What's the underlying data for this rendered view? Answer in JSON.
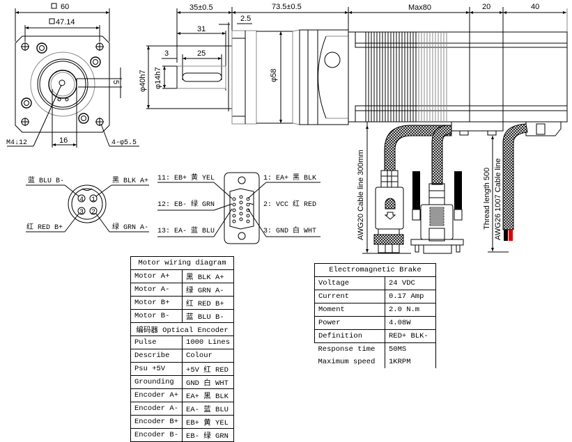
{
  "front_view": {
    "square_outer": "60",
    "square_inner": "47.14",
    "slot_dim": "5",
    "shaft_offset": "16",
    "thread": "M4↓12",
    "holes": "4-φ5.5"
  },
  "side_view": {
    "dim_shaft_length": "35±0.5",
    "dim_gearbox_length": "73.5±0.5",
    "dim_motor_length": "Max80",
    "dim_encoder": "20",
    "dim_brake": "40",
    "dim_flange": "2.5",
    "dim_31": "31",
    "dim_3": "3",
    "dim_key_length": "25",
    "dia_pilot": "φ40h7",
    "dia_shaft": "φ14h7",
    "dia_body": "φ58"
  },
  "cables": {
    "motor_cable": "AWG20 Cable line 300mm",
    "thread_length": "Thread length 500",
    "brake_cable": "AWG26 1007 Cable line",
    "brake_wire_colors": [
      "#000000",
      "#e00000"
    ]
  },
  "motor_connector": {
    "pins": [
      "1",
      "2",
      "3",
      "4"
    ],
    "labels": {
      "top_left": "蓝 BLU B-",
      "top_right": "黑 BLK A+",
      "bottom_left": "红 RED B+",
      "bottom_right": "绿 GRN A-"
    }
  },
  "encoder_connector": {
    "labels": {
      "pin11": "11: EB+ 黄 YEL",
      "pin12": "12: EB- 绿 GRN",
      "pin13": "13: EA- 蓝 BLU",
      "pin1": "1: EA+ 黑 BLK",
      "pin2": "2: VCC 红 RED",
      "pin3": "3: GND 白 WHT"
    }
  },
  "motor_table": {
    "title": "Motor wiring diagram",
    "rows": [
      [
        "Motor A+",
        "黑 BLK A+"
      ],
      [
        "Motor A-",
        "绿 GRN A-"
      ],
      [
        "Motor B+",
        "红 RED B+"
      ],
      [
        "Motor B-",
        "蓝 BLU B-"
      ]
    ],
    "encoder_title": "编码器 Optical Encoder",
    "encoder_rows": [
      [
        "Pulse",
        "1000 Lines"
      ],
      [
        "Describe",
        "Colour"
      ],
      [
        "Psu +5V",
        "+5V 红 RED"
      ],
      [
        "Grounding",
        "GND 白 WHT"
      ],
      [
        "Encoder A+",
        "EA+ 黑 BLK"
      ],
      [
        "Encoder A-",
        "EA- 蓝 BLU"
      ],
      [
        "Encoder B+",
        "EB+ 黄 YEL"
      ],
      [
        "Encoder B-",
        "EB- 绿 GRN"
      ]
    ]
  },
  "brake_table": {
    "title": "Electromagnetic Brake",
    "rows": [
      [
        "Voltage",
        "24 VDC"
      ],
      [
        "Current",
        "0.17 Amp"
      ],
      [
        "Moment",
        "2.0 N.m"
      ],
      [
        "Power",
        "4.08W"
      ],
      [
        "Definition",
        "RED+ BLK-"
      ]
    ],
    "open_rows": [
      [
        "Response time",
        "50MS"
      ],
      [
        "Maximum speed",
        "1KRPM"
      ]
    ]
  }
}
